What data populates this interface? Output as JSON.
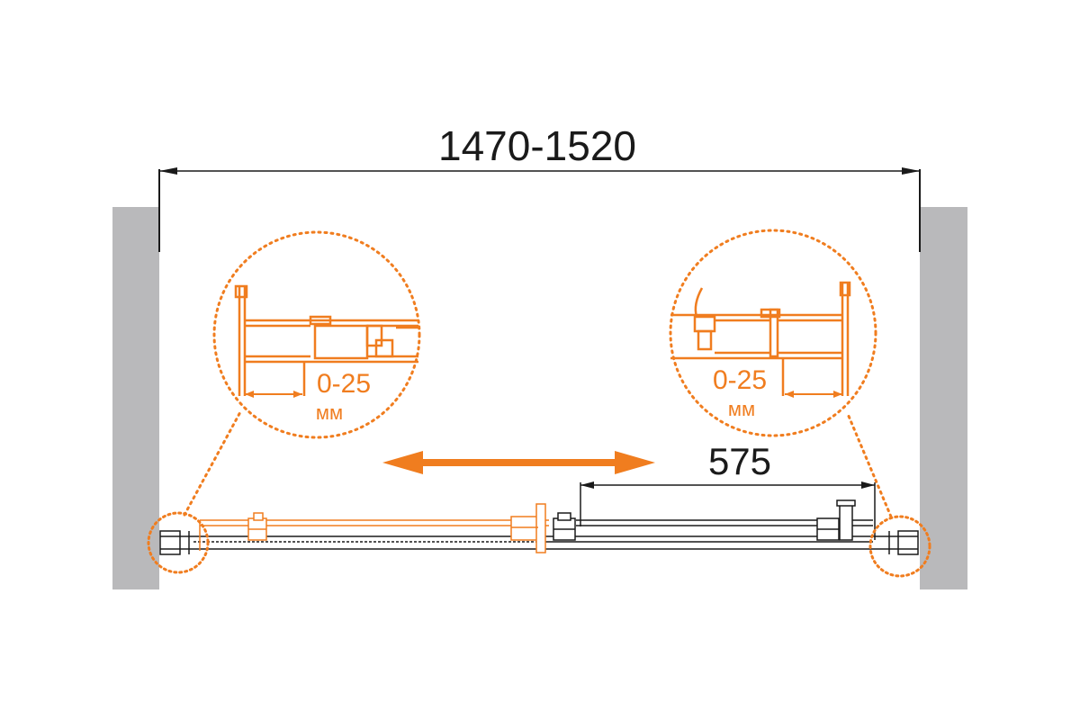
{
  "diagram": {
    "overall_width_label": "1470-1520",
    "door_opening_label": "575",
    "left_detail": {
      "adjustment_label": "0-25",
      "unit_label": "мм"
    },
    "right_detail": {
      "adjustment_label": "0-25",
      "unit_label": "мм"
    },
    "colors": {
      "accent": "#f07d1f",
      "dimension_line": "#1a1a1a",
      "wall": "#b9b9bb"
    },
    "icons": [
      "double-arrow-icon"
    ]
  }
}
